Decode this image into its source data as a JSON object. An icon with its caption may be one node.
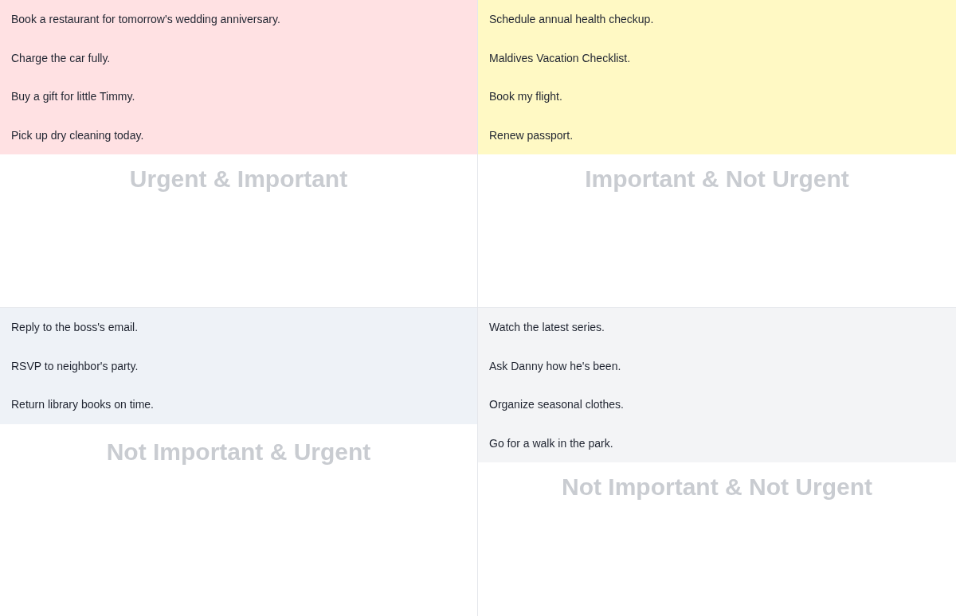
{
  "diagram": {
    "nodes": [
      {
        "text": [
          "Urgent & Important"
        ]
      },
      {
        "text": [
          "Book a restaurant for tomorrow's wedding anniversary."
        ],
        "in": 0
      },
      {
        "text": [
          "Charge the car fully."
        ],
        "in": 0
      },
      {
        "text": [
          "Buy a gift for little Timmy."
        ],
        "in": 0
      },
      {
        "text": [
          "Pick up dry cleaning today."
        ],
        "in": 0
      },
      {
        "text": [
          "Important & Not Urgent"
        ]
      },
      {
        "text": [
          "Schedule annual health checkup."
        ],
        "in": 5
      },
      {
        "text": [
          "Maldives Vacation Checklist."
        ],
        "in": 5
      },
      {
        "text": [
          "Book my flight."
        ],
        "in": 5
      },
      {
        "text": [
          "Renew passport."
        ],
        "in": 5
      },
      {
        "text": [
          "Not Important & Urgent"
        ]
      },
      {
        "text": [
          "Reply to the boss's email."
        ],
        "in": 10
      },
      {
        "text": [
          "RSVP to neighbor's party."
        ],
        "in": 10
      },
      {
        "text": [
          "Return library books on time."
        ],
        "in": 10
      },
      {
        "text": [
          "Not Important & Not Urgent"
        ]
      },
      {
        "text": [
          "Watch the latest series."
        ],
        "in": 14
      },
      {
        "text": [
          "Ask Danny how he's been."
        ],
        "in": 14
      },
      {
        "text": [
          "Organize seasonal clothes."
        ],
        "in": 14
      },
      {
        "text": [
          "Go for a walk in the park."
        ],
        "in": 14
      }
    ]
  }
}
